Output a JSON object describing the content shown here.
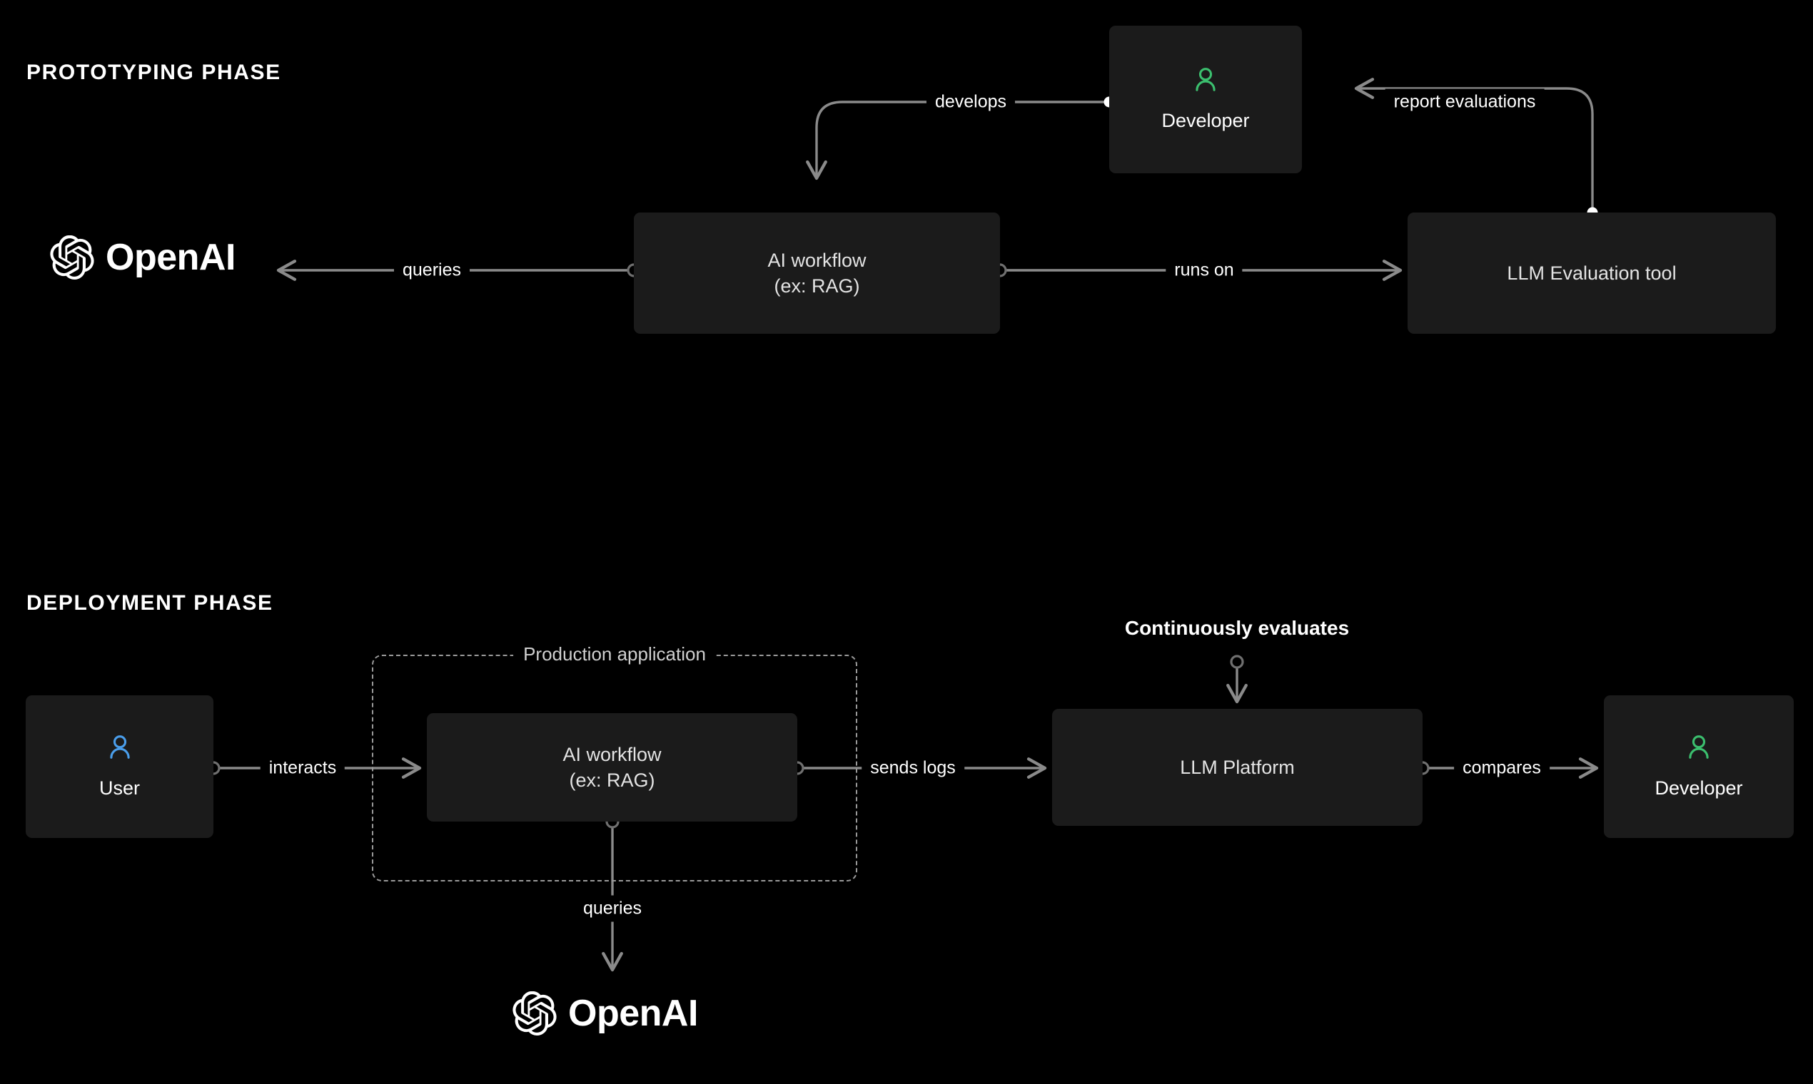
{
  "background_color": "#000000",
  "node_color": "#1b1b1b",
  "edge_color": "#8a8a8a",
  "accent_green": "#3bbf6e",
  "accent_blue": "#4a9eeb",
  "sections": {
    "prototyping": {
      "title": "PROTOTYPING PHASE"
    },
    "deployment": {
      "title": "DEPLOYMENT PHASE"
    }
  },
  "brand": {
    "openai_wordmark": "OpenAI",
    "openai_icon": "openai-blossom-icon"
  },
  "prototyping": {
    "nodes": {
      "developer": {
        "label": "Developer",
        "icon": "person-icon",
        "icon_color": "#3bbf6e"
      },
      "ai_workflow": {
        "line1": "AI workflow",
        "line2": "(ex: RAG)"
      },
      "llm_eval_tool": {
        "label": "LLM Evaluation tool"
      }
    },
    "edges": {
      "develops": "develops",
      "report_evaluations": "report evaluations",
      "queries": "queries",
      "runs_on": "runs on"
    }
  },
  "deployment": {
    "group": {
      "label": "Production application"
    },
    "nodes": {
      "user": {
        "label": "User",
        "icon": "person-icon",
        "icon_color": "#4a9eeb"
      },
      "ai_workflow": {
        "line1": "AI workflow",
        "line2": "(ex: RAG)"
      },
      "llm_platform": {
        "label": "LLM Platform"
      },
      "developer": {
        "label": "Developer",
        "icon": "person-icon",
        "icon_color": "#3bbf6e"
      }
    },
    "edges": {
      "interacts": "interacts",
      "sends_logs": "sends logs",
      "compares": "compares",
      "queries": "queries",
      "continuously_evaluates": "Continuously evaluates"
    }
  }
}
